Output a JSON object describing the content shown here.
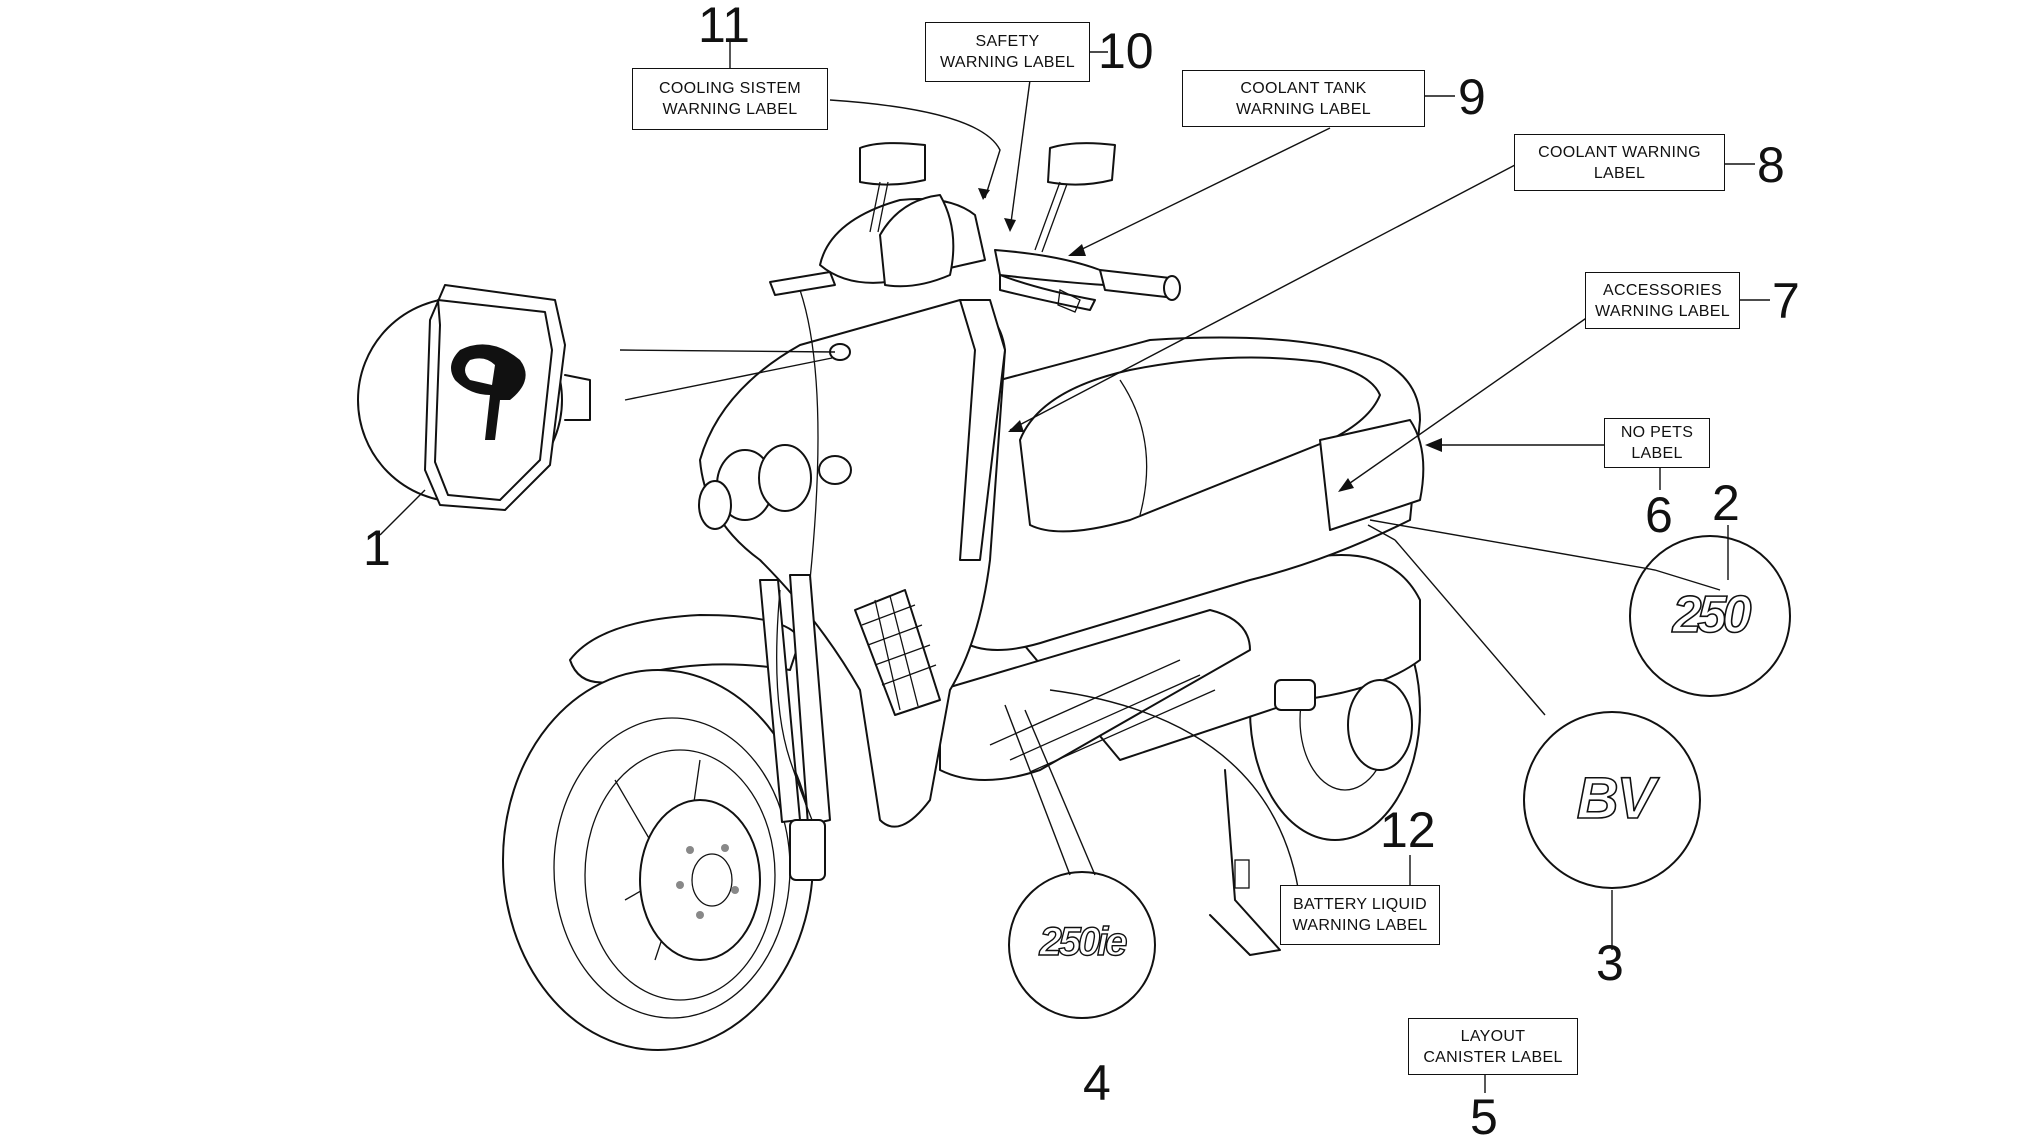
{
  "callouts": {
    "c1": {
      "number": "1"
    },
    "c2": {
      "number": "2"
    },
    "c3": {
      "number": "3"
    },
    "c4": {
      "number": "4"
    },
    "c5": {
      "number": "5",
      "label": "LAYOUT\nCANISTER LABEL"
    },
    "c6": {
      "number": "6",
      "label": "NO PETS\nLABEL"
    },
    "c7": {
      "number": "7",
      "label": "ACCESSORIES\nWARNING LABEL"
    },
    "c8": {
      "number": "8",
      "label": "COOLANT WARNING\nLABEL"
    },
    "c9": {
      "number": "9",
      "label": "COOLANT TANK\nWARNING LABEL"
    },
    "c10": {
      "number": "10",
      "label": "SAFETY\nWARNING LABEL"
    },
    "c11": {
      "number": "11",
      "label": "COOLING SISTEM\nWARNING LABEL"
    },
    "c12": {
      "number": "12",
      "label": "BATTERY LIQUID\nWARNING LABEL"
    }
  },
  "badges": {
    "badge2": "250",
    "badge3": "BV",
    "badge4": "250ie"
  }
}
